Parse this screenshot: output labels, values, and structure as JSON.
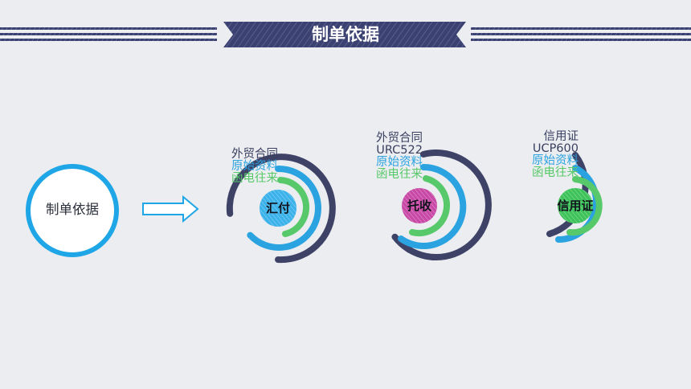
{
  "header": {
    "title": "制单依据"
  },
  "hub": {
    "label": "制单依据"
  },
  "groups": [
    {
      "center": "汇付",
      "labels": [
        {
          "text": "外贸合同",
          "color": "#3a4060"
        },
        {
          "text": "原始资料",
          "color": "#2aa3e0"
        },
        {
          "text": "函电往来",
          "color": "#58c96a"
        }
      ]
    },
    {
      "center": "托收",
      "labels": [
        {
          "text": "外贸合同",
          "color": "#3a4060"
        },
        {
          "text": "URC522",
          "color": "#3a4060"
        },
        {
          "text": "原始资料",
          "color": "#2aa3e0"
        },
        {
          "text": "函电往来",
          "color": "#58c96a"
        }
      ]
    },
    {
      "center": "信用证",
      "labels": [
        {
          "text": "信用证",
          "color": "#3a4060"
        },
        {
          "text": "UCP600",
          "color": "#3a4060"
        },
        {
          "text": "原始资料",
          "color": "#2aa3e0"
        },
        {
          "text": "函电往来",
          "color": "#58c96a"
        }
      ]
    }
  ],
  "colors": {
    "navy": "#3d4266",
    "blue": "#2aa3e0",
    "green": "#58c96a",
    "hub_ring": "#1fa6e6",
    "center_blue": "#3cb2ea",
    "center_magenta": "#c94aa6",
    "center_green": "#3ec35a"
  }
}
